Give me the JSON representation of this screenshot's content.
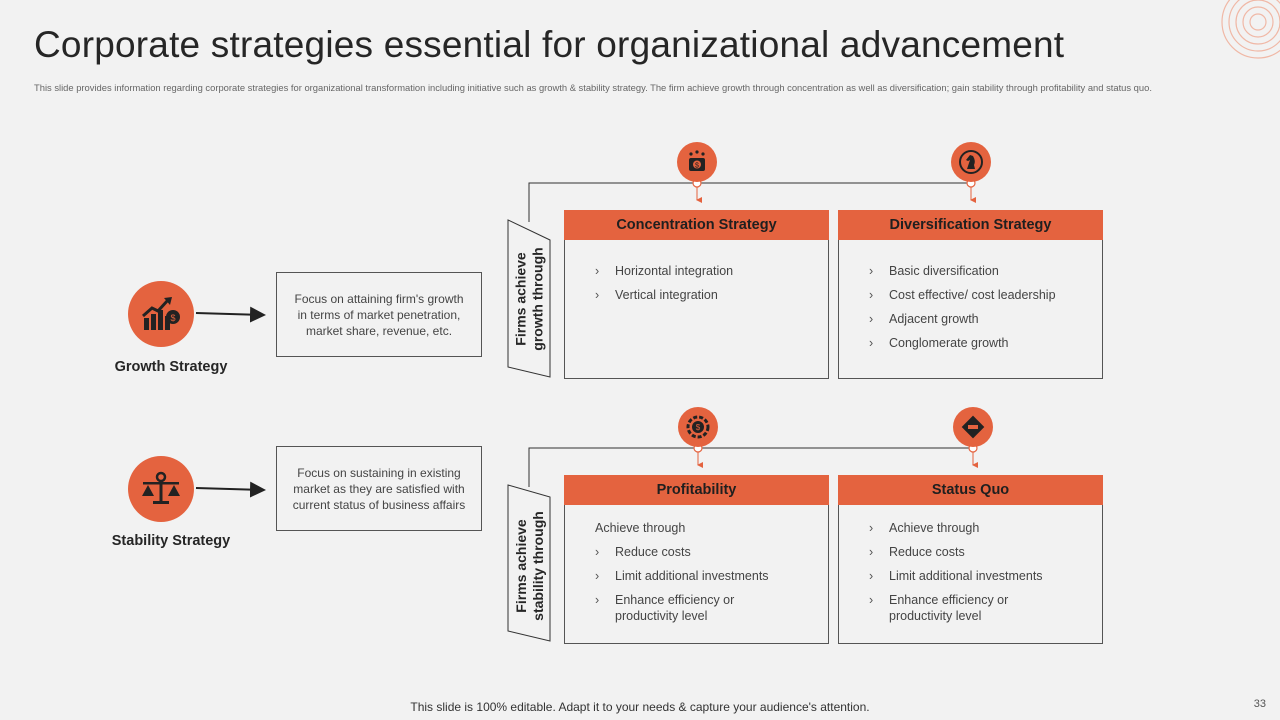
{
  "title": "Corporate strategies essential for organizational advancement",
  "description": "This slide provides information regarding corporate strategies for organizational transformation including initiative such as growth & stability strategy. The firm achieve growth through concentration as well as diversification; gain stability through profitability and status quo.",
  "colors": {
    "accent": "#e4633f",
    "text": "#262626",
    "background": "#f2f2f2"
  },
  "growth": {
    "label": "Growth Strategy",
    "icon": "growth-chart-icon",
    "focus": "Focus on attaining firm's growth in terms of market penetration, market share, revenue,  etc.",
    "through_line1": "Firms achieve",
    "through_line2": "growth through",
    "cards": [
      {
        "title": "Concentration Strategy",
        "icon": "money-bag-icon",
        "items": [
          "Horizontal integration",
          "Vertical integration"
        ]
      },
      {
        "title": "Diversification Strategy",
        "icon": "chess-knight-icon",
        "items": [
          "Basic diversification",
          "Cost effective/  cost leadership",
          "Adjacent growth",
          "Conglomerate  growth"
        ]
      }
    ]
  },
  "stability": {
    "label": "Stability Strategy",
    "icon": "balance-scale-icon",
    "focus": "Focus on sustaining in existing market as they are satisfied with current status of business affairs",
    "through_line1": "Firms achieve",
    "through_line2": "stability through",
    "cards": [
      {
        "title": "Profitability",
        "icon": "gear-money-icon",
        "intro": "Achieve  through",
        "items": [
          "Reduce costs",
          "Limit additional investments",
          "Enhance efficiency or productivity  level"
        ]
      },
      {
        "title": "Status Quo",
        "icon": "road-sign-icon",
        "items": [
          "Achieve  through",
          "Reduce costs",
          "Limit additional investments",
          "Enhance efficiency or productivity  level"
        ]
      }
    ]
  },
  "bullet": "›",
  "footer": "This slide is 100% editable. Adapt it to your needs & capture your audience's attention.",
  "page_number": "33"
}
